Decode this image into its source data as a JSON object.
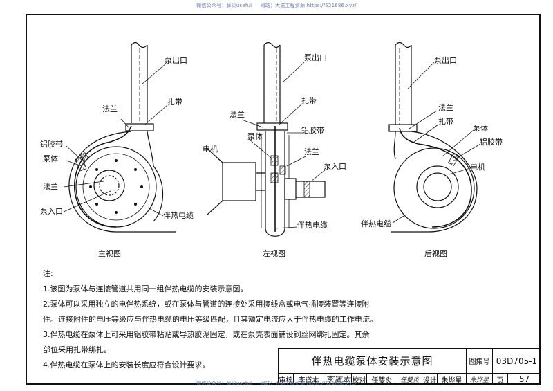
{
  "watermark": "微信公众号：豚贝useful ｜ 网站：大猫工程资源 https://521686.xyz/",
  "views": {
    "front": {
      "caption": "主视图",
      "labels": {
        "outlet": "泵出口",
        "clamp": "扎带",
        "flange": "法兰",
        "alutape": "铝胶带",
        "pump": "泵体",
        "flange2": "法兰",
        "inlet": "泵入口",
        "cable": "伴热电缆"
      }
    },
    "left": {
      "caption": "左视图",
      "labels": {
        "outlet": "泵出口",
        "clamp": "扎带",
        "flange": "法兰",
        "alutape": "铝胶带",
        "motor": "电机",
        "pump": "泵体",
        "flange2": "法兰",
        "inlet": "泵入口",
        "cable": "伴热电缆"
      }
    },
    "back": {
      "caption": "后视图",
      "labels": {
        "outlet": "泵出口",
        "flange": "法兰",
        "clamp": "扎带",
        "pump": "泵体",
        "alutape": "铝胶带",
        "motor": "电机",
        "cable": "伴热电缆"
      }
    }
  },
  "notes": {
    "heading": "注:",
    "lines": [
      "1.该图为泵体与连接管道共用同一组伴热电缆的安装示意图。",
      "2.泵体可以采用独立的电伴热系统，或在泵体与管道的连接处采用接线盒或电气插接装置等连接附",
      "件。连接附件的电压等级应与伴热电缆的电压等级匹配，且其额定电流应大于伴热电缆的工作电流。",
      "3.伴热电缆在泵体上可采用铝胶带粘贴或导热胶泥固定，或在泵壳表面铺设钢丝网绑扎固定。其余",
      "部位采用扎带绑扎。",
      "4.伴热电缆在泵体上的安装长度应符合设计要求。"
    ]
  },
  "title_block": {
    "title": "伴热电缆泵体安装示意图",
    "atlas_label": "图集号",
    "atlas_no": "03D705-1",
    "review_label": "审核",
    "reviewer": "李道本",
    "reviewer_sig": "李道本",
    "check_label": "校对",
    "checker": "任雙炎",
    "checker_sig": "任雙炎",
    "design_label": "设计",
    "designer": "朱烨星",
    "designer_sig": "朱烨星",
    "page_label": "页",
    "page_no": "57"
  }
}
